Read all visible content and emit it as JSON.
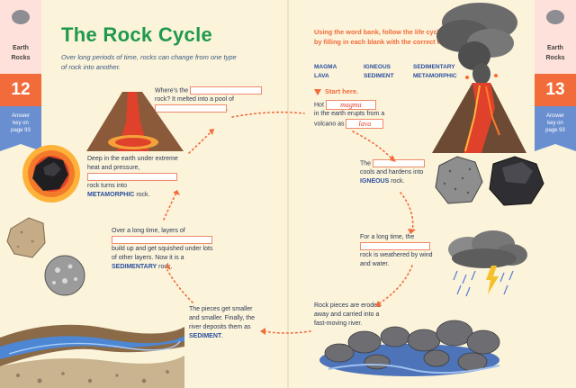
{
  "left_tab": {
    "section": "Earth",
    "section2": "Rocks",
    "page_number": "12",
    "answer_key_1": "Answer",
    "answer_key_2": "key on",
    "answer_key_3": "page 93"
  },
  "right_tab": {
    "section": "Earth",
    "section2": "Rocks",
    "page_number": "13",
    "answer_key_1": "Answer",
    "answer_key_2": "key on",
    "answer_key_3": "page 93"
  },
  "title": "The Rock Cycle",
  "subtitle": "Over long periods of time, rocks can change from one type of rock into another.",
  "instructions": "Using the word bank, follow the life cycle of a rock by filling in each blank with the correct word.",
  "word_bank": [
    "MAGMA",
    "IGNEOUS",
    "SEDIMENTARY",
    "LAVA",
    "SEDIMENT",
    "METAMORPHIC"
  ],
  "start_here": "Start here.",
  "steps": {
    "hot": {
      "pre": "Hot",
      "answer1": "magma",
      "mid": "in the earth erupts from a volcano as",
      "answer2": "lava"
    },
    "cools": {
      "pre": "The",
      "post1": "cools and hardens into",
      "keyword": "IGNEOUS",
      "post2": "rock."
    },
    "weathered": {
      "pre": "For a long time, the",
      "post": "rock is weathered by wind and water."
    },
    "eroded": {
      "text": "Rock pieces are eroded away and carried into a fast-moving river."
    },
    "pieces": {
      "text": "The pieces get smaller and smaller. Finally, the river deposits them as",
      "keyword": "SEDIMENT",
      "end": "."
    },
    "layers": {
      "pre": "Over a long time, layers of",
      "post": "build up and get squished under lots of other layers. Now it is a",
      "keyword": "SEDIMENTARY",
      "end": "rock."
    },
    "deep": {
      "pre": "Deep in the earth under extreme heat and pressure,",
      "post": "rock turns into",
      "keyword": "METAMORPHIC",
      "end": "rock."
    },
    "where": {
      "pre": "Where's the",
      "post": "rock? It melted into a pool of",
      "end": "."
    }
  },
  "colors": {
    "title_green": "#1f9a4c",
    "accent_orange": "#f26b3a",
    "bank_blue": "#2a4f9e",
    "tab_pink": "#fde1da",
    "tab_blue": "#6a8fd0",
    "page_cream": "#fbf3da"
  }
}
